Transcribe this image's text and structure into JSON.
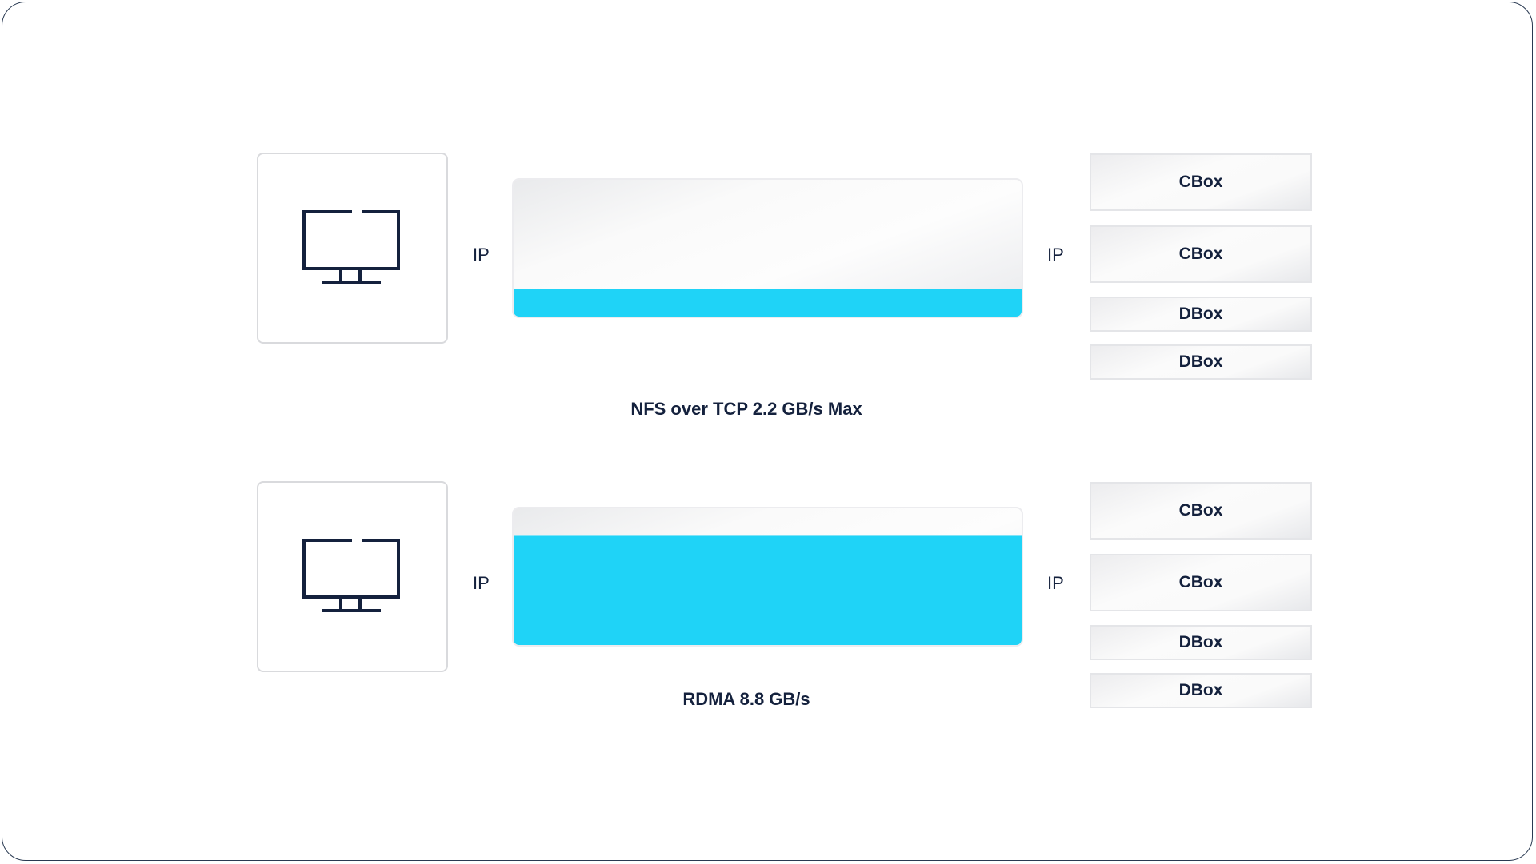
{
  "colors": {
    "accent": "#1fd3f7",
    "ink": "#14213d"
  },
  "sections": [
    {
      "client_icon": "monitor-icon",
      "ip_left": "IP",
      "ip_right": "IP",
      "throughput_fraction": 0.2,
      "nodes": [
        "CBox",
        "CBox",
        "DBox",
        "DBox"
      ],
      "caption": "NFS over TCP 2.2 GB/s Max"
    },
    {
      "client_icon": "monitor-icon",
      "ip_left": "IP",
      "ip_right": "IP",
      "throughput_fraction": 0.8,
      "nodes": [
        "CBox",
        "CBox",
        "DBox",
        "DBox"
      ],
      "caption": "RDMA 8.8 GB/s"
    }
  ]
}
